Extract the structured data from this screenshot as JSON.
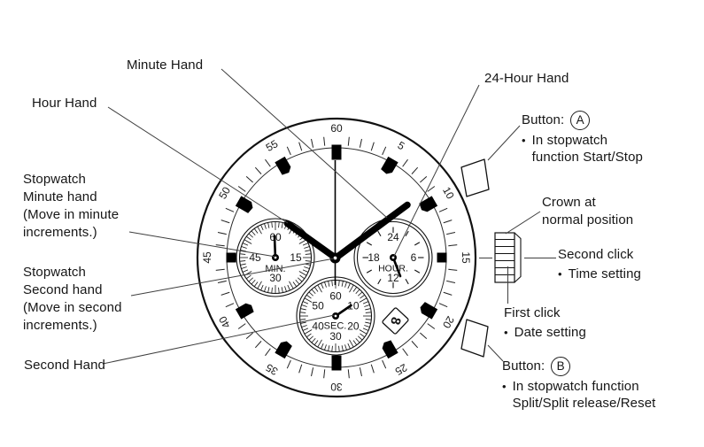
{
  "labels": {
    "minute_hand": "Minute Hand",
    "hour_hand": "Hour Hand",
    "stopwatch_minute": {
      "l1": "Stopwatch",
      "l2": "Minute hand",
      "l3": "(Move in minute",
      "l4": "increments.)"
    },
    "stopwatch_second": {
      "l1": "Stopwatch",
      "l2": "Second hand",
      "l3": "(Move in second",
      "l4": "increments.)"
    },
    "second_hand": "Second Hand",
    "hour_24": "24-Hour Hand",
    "button_a": {
      "title": "Button:",
      "letter": "A",
      "bullet": "•",
      "b1": "In stopwatch",
      "b2": "function Start/Stop"
    },
    "crown": {
      "l1": "Crown at",
      "l2": "normal position"
    },
    "second_click": {
      "l1": "Second click",
      "bullet": "•",
      "l2": "Time setting"
    },
    "first_click": {
      "l1": "First click",
      "bullet": "•",
      "l2": "Date setting"
    },
    "button_b": {
      "title": "Button:",
      "letter": "B",
      "bullet": "•",
      "b1": "In stopwatch function",
      "b2": "Split/Split release/Reset"
    }
  },
  "watch": {
    "bezel_numbers": [
      "60",
      "5",
      "10",
      "15",
      "20",
      "25",
      "30",
      "35",
      "40",
      "45",
      "50",
      "55"
    ],
    "subdials": {
      "stopwatch_minute": {
        "label": "MIN.",
        "numbers": [
          "60",
          "15",
          "30",
          "45"
        ]
      },
      "hour_24": {
        "label": "HOUR.",
        "numbers": [
          "24",
          "6",
          "12",
          "18"
        ]
      },
      "second": {
        "label": "SEC.",
        "numbers": [
          "60",
          "10",
          "20",
          "30",
          "40",
          "50"
        ]
      }
    },
    "date_value": "8"
  }
}
